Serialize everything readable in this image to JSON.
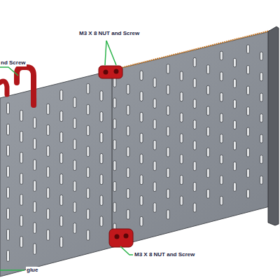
{
  "diagram": {
    "labels": [
      "nd Screw",
      "M3 X 8 NUT and Screw",
      "M3 X 8 NUT and Screw",
      "glue"
    ]
  }
}
